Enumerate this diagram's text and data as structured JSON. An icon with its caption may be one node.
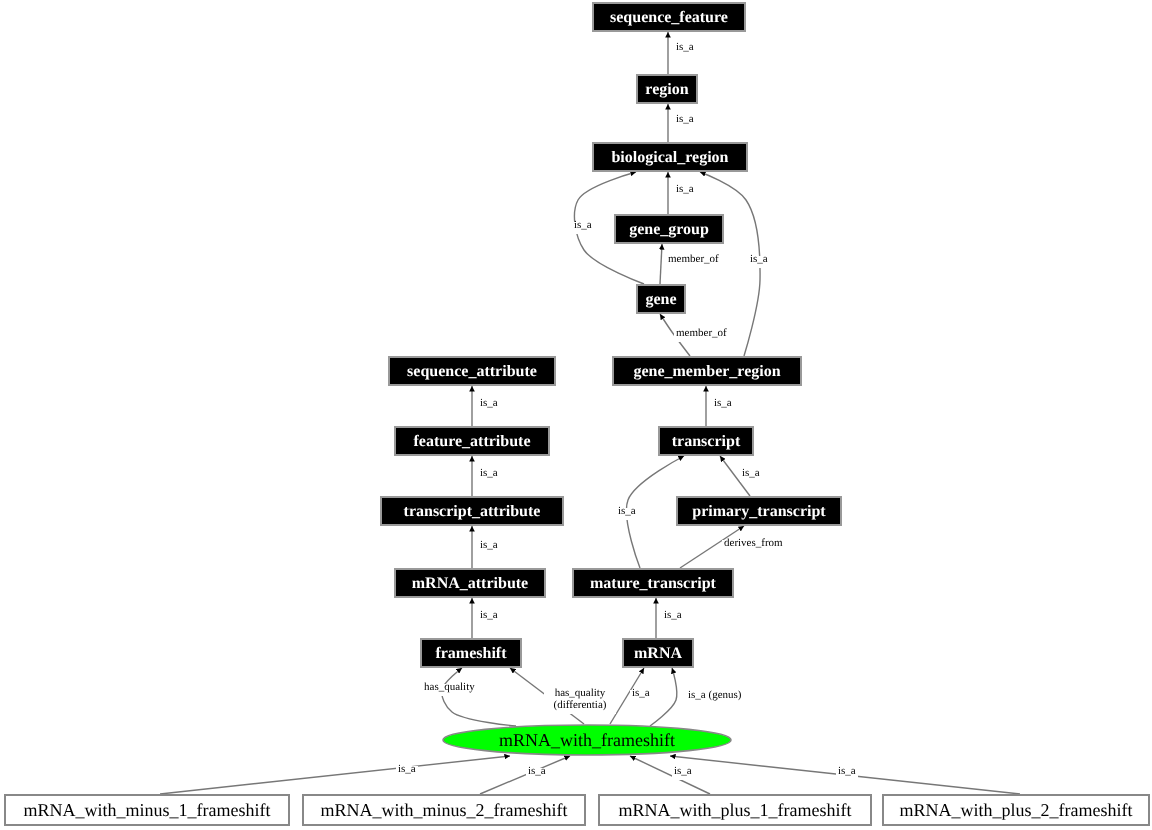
{
  "diagram": {
    "nodes": [
      {
        "text": [
          "sequence_feature"
        ]
      },
      {
        "text": [
          "region"
        ]
      },
      {
        "text": [
          "biological_region"
        ]
      },
      {
        "text": [
          "gene_group"
        ]
      },
      {
        "text": [
          "gene"
        ]
      },
      {
        "text": [
          "sequence_attribute"
        ]
      },
      {
        "text": [
          "gene_member_region"
        ]
      },
      {
        "text": [
          "feature_attribute"
        ]
      },
      {
        "text": [
          "transcript"
        ]
      },
      {
        "text": [
          "transcript_attribute"
        ]
      },
      {
        "text": [
          "primary_transcript"
        ]
      },
      {
        "text": [
          "mRNA_attribute"
        ]
      },
      {
        "text": [
          "mature_transcript"
        ]
      },
      {
        "text": [
          "frameshift"
        ]
      },
      {
        "text": [
          "mRNA"
        ]
      },
      {
        "text": [
          "mRNA_with_frameshift"
        ]
      },
      {
        "text": [
          "mRNA_with_minus_1_frameshift"
        ]
      },
      {
        "text": [
          "mRNA_with_minus_2_frameshift"
        ]
      },
      {
        "text": [
          "mRNA_with_plus_1_frameshift"
        ]
      },
      {
        "text": [
          "mRNA_with_plus_2_frameshift"
        ]
      }
    ],
    "edges": [
      {
        "from": 1,
        "to": 0,
        "arrow": "to",
        "label": "is_a"
      },
      {
        "from": 2,
        "to": 1,
        "arrow": "to",
        "label": "is_a"
      },
      {
        "from": 3,
        "to": 2,
        "arrow": "to",
        "label": "is_a"
      },
      {
        "from": 4,
        "to": 2,
        "arrow": "to",
        "label": "is_a"
      },
      {
        "from": 4,
        "to": 3,
        "arrow": "to",
        "label": "member_of"
      },
      {
        "from": 6,
        "to": 4,
        "arrow": "to",
        "label": "member_of"
      },
      {
        "from": 6,
        "to": 2,
        "arrow": "to",
        "label": "is_a"
      },
      {
        "from": 8,
        "to": 6,
        "arrow": "to",
        "label": "is_a"
      },
      {
        "from": 7,
        "to": 5,
        "arrow": "to",
        "label": "is_a"
      },
      {
        "from": 9,
        "to": 7,
        "arrow": "to",
        "label": "is_a"
      },
      {
        "from": 11,
        "to": 9,
        "arrow": "to",
        "label": "is_a"
      },
      {
        "from": 13,
        "to": 11,
        "arrow": "to",
        "label": "is_a"
      },
      {
        "from": 10,
        "to": 8,
        "arrow": "to",
        "label": "is_a"
      },
      {
        "from": 12,
        "to": 8,
        "arrow": "to",
        "label": "is_a"
      },
      {
        "from": 12,
        "to": 10,
        "arrow": "to",
        "label": "derives_from"
      },
      {
        "from": 14,
        "to": 12,
        "arrow": "to",
        "label": "is_a"
      },
      {
        "from": 15,
        "to": 13,
        "arrow": "to",
        "label": "has_quality"
      },
      {
        "from": 15,
        "to": 13,
        "arrow": "to",
        "label": "has_quality (differentia)"
      },
      {
        "from": 15,
        "to": 14,
        "arrow": "to",
        "label": "is_a"
      },
      {
        "from": 15,
        "to": 14,
        "arrow": "to",
        "label": "is_a (genus)"
      },
      {
        "from": 16,
        "to": 15,
        "arrow": "to",
        "label": "is_a"
      },
      {
        "from": 17,
        "to": 15,
        "arrow": "to",
        "label": "is_a"
      },
      {
        "from": 18,
        "to": 15,
        "arrow": "to",
        "label": "is_a"
      },
      {
        "from": 19,
        "to": 15,
        "arrow": "to",
        "label": "is_a"
      }
    ]
  }
}
